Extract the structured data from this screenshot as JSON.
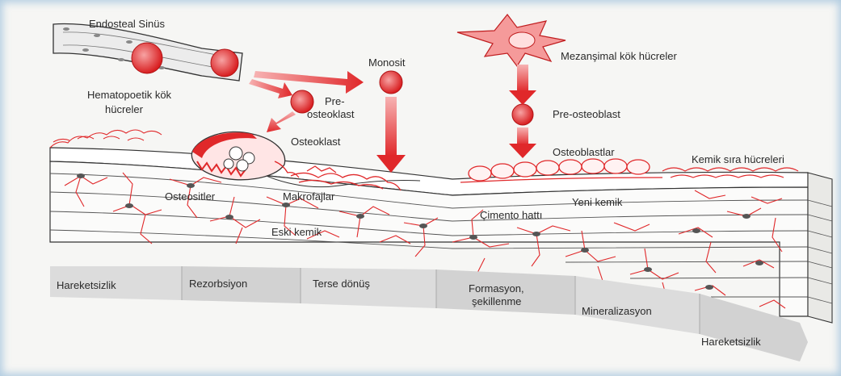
{
  "colors": {
    "red": "#e0282a",
    "red_light": "#f38a8a",
    "outline": "#333333",
    "band_light": "#e7e7e7",
    "band_dark": "#bdbdbd"
  },
  "labels": {
    "endosteal_sinus": "Endosteal Sinüs",
    "hsc_line1": "Hematopoetik kök",
    "hsc_line2": "hücreler",
    "monosit": "Monosit",
    "pre_osteoklast_line1": "Pre-",
    "pre_osteoklast_line2": "osteoklast",
    "osteoklast": "Osteoklast",
    "mezensimal": "Mezanşimal kök hücreler",
    "pre_osteoblast": "Pre-osteoblast",
    "osteoblastlar": "Osteoblastlar",
    "kemik_sira": "Kemik sıra hücreleri",
    "osteositler": "Osteositler",
    "makrofajlar": "Makrofajlar",
    "yeni_kemik": "Yeni kemik",
    "cimento_hatti": "Çimento hattı",
    "eski_kemik": "Eski kemik"
  },
  "stages": [
    {
      "line1": "Hareketsizlik",
      "line2": ""
    },
    {
      "line1": "Rezorbsiyon",
      "line2": ""
    },
    {
      "line1": "Terse dönüş",
      "line2": ""
    },
    {
      "line1": "Formasyon,",
      "line2": "şekillenme"
    },
    {
      "line1": "Mineralizasyon",
      "line2": ""
    },
    {
      "line1": "Hareketsizlik",
      "line2": ""
    }
  ]
}
